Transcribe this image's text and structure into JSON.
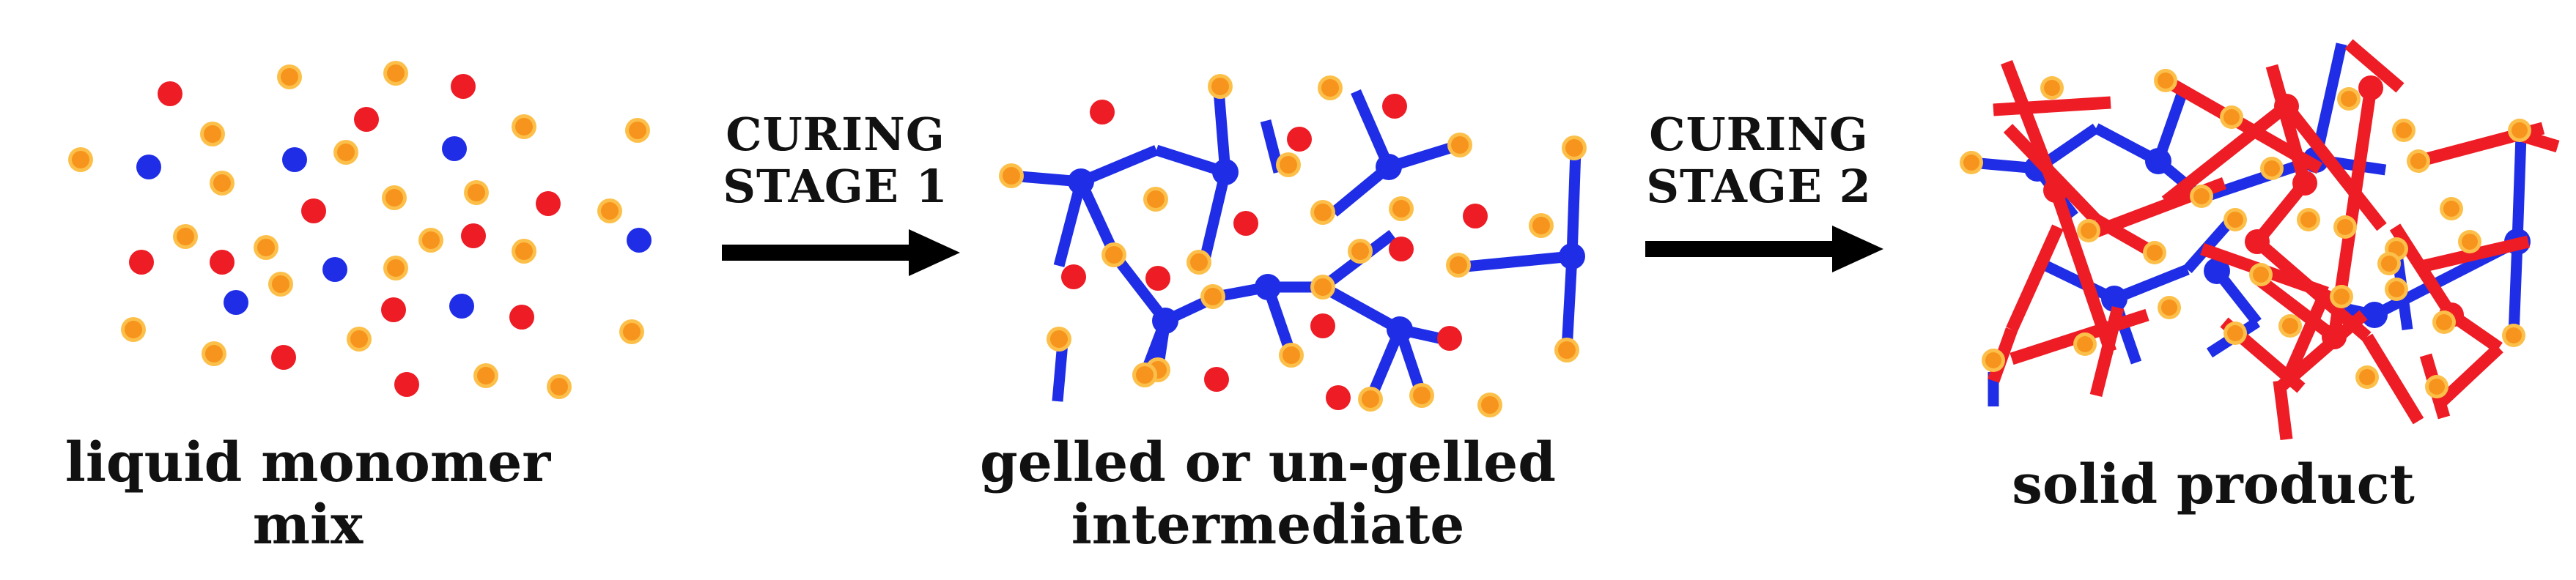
{
  "stages": [
    {
      "caption": "liquid monomer mix"
    },
    {
      "caption_line1": "gelled or un-gelled",
      "caption_line2": "intermediate"
    },
    {
      "caption": "solid product"
    }
  ],
  "arrows": [
    {
      "line1": "CURING",
      "line2": "STAGE 1"
    },
    {
      "line1": "CURING",
      "line2": "STAGE 2"
    }
  ],
  "colors": {
    "red_monomer": "#ee1c25",
    "orange_monomer": "#f7941d",
    "orange_halo": "#fcc04a",
    "blue_monomer": "#1f2ee6",
    "arrow": "#000000"
  }
}
